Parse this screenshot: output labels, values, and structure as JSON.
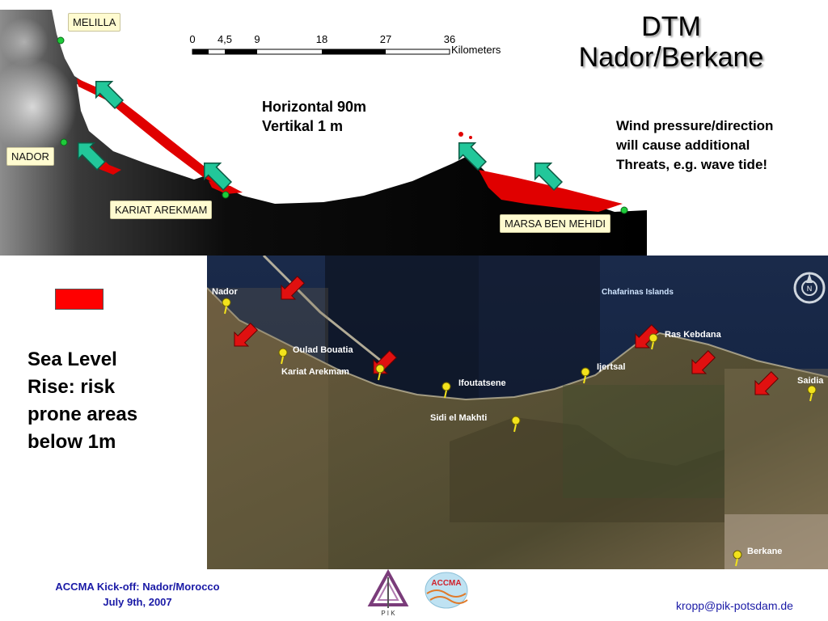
{
  "slide": {
    "title_line1": "DTM",
    "title_line2": "Nador/Berkane",
    "resolution_line1": "Horizontal 90m",
    "resolution_line2": "Vertikal 1 m",
    "wind_line1": "Wind pressure/direction",
    "wind_line2": "will cause additional",
    "wind_line3": "Threats, e.g. wave tide!",
    "slr_line1": "Sea Level",
    "slr_line2": "Rise: risk",
    "slr_line3": "prone areas",
    "slr_line4": "below 1m",
    "legend_color": "#ff0000"
  },
  "scale_bar": {
    "ticks": [
      "0",
      "4,5",
      "9",
      "18",
      "27",
      "36"
    ],
    "unit": "Kilometers"
  },
  "dtm_labels": {
    "melilla": "MELILLA",
    "nador": "NADOR",
    "kariat": "KARIAT AREKMAM",
    "marsa": "MARSA BEN MEHIDI"
  },
  "sat_labels": {
    "nador": "Nador",
    "chafarinas": "Chafarinas Islands",
    "oulad": "Oulad Bouatia",
    "kariat": "Kariat Arekmam",
    "ras": "Ras Kebdana",
    "saidia": "Saidia",
    "ijertsal": "Ijertsal",
    "ifoutatsene": "Ifoutatsene",
    "sidi": "Sidi el Makhti",
    "berkane": "Berkane"
  },
  "footer": {
    "event_line1": "ACCMA Kick-off: Nador/Morocco",
    "event_line2": "July 9th, 2007",
    "email": "kropp@pik-potsdam.de",
    "logo_pik_text": "P I K",
    "logo_accma_text": "ACCMA"
  },
  "colors": {
    "flood_risk": "#e00000",
    "dtm_arrow": "#22c79a",
    "sat_arrow": "#e01010",
    "pin": "#f2e21c",
    "footer_text": "#1a1aa6"
  }
}
